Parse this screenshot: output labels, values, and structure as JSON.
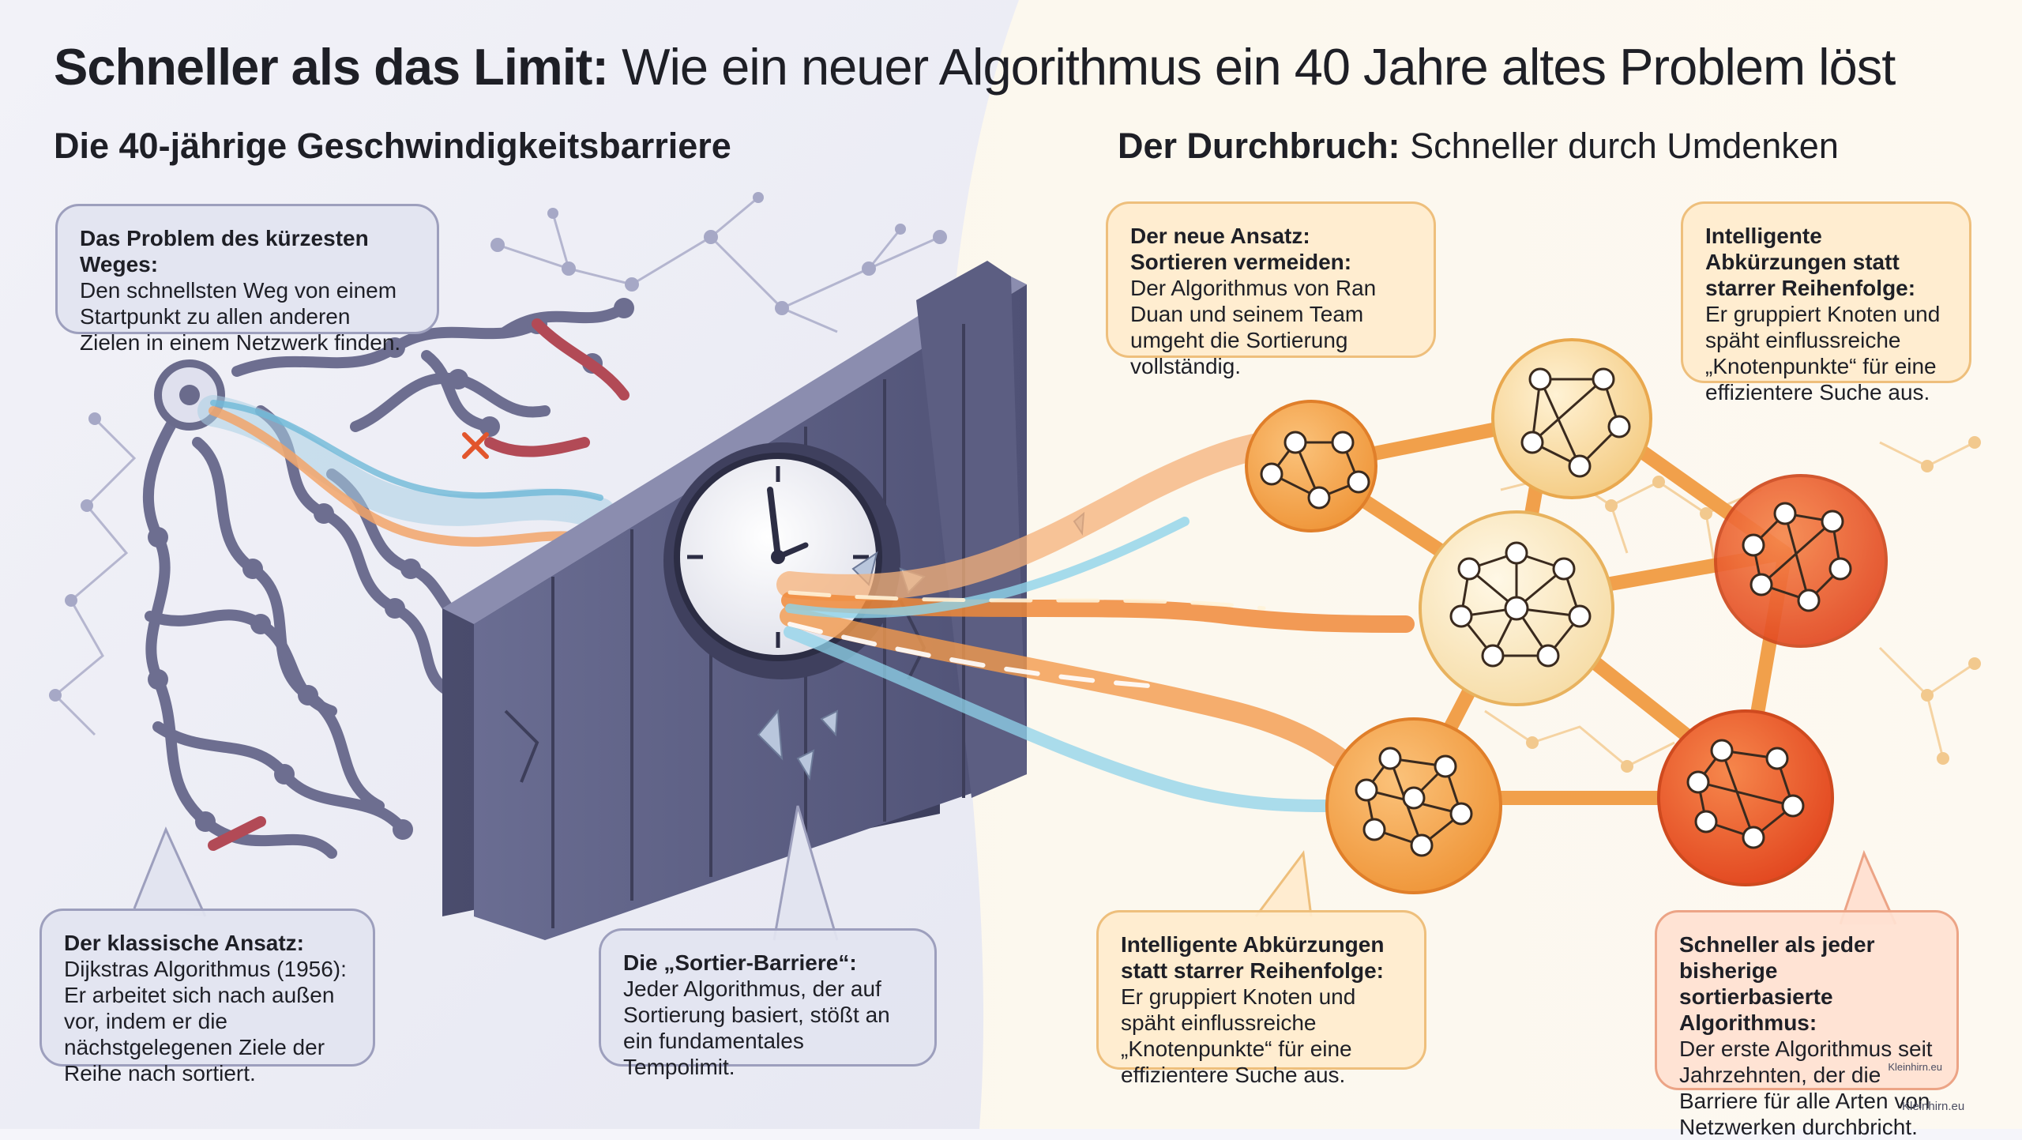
{
  "title": {
    "bold": "Schneller als das Limit:",
    "rest": "Wie ein neuer Algorithmus ein 40 Jahre altes Problem löst"
  },
  "left_section": {
    "heading": "Die 40-jährige Geschwindigkeitsbarriere"
  },
  "right_section": {
    "heading_bold": "Der Durchbruch:",
    "heading_rest": "Schneller durch Umdenken"
  },
  "boxes": {
    "problem": {
      "heading": "Das Problem des kürzesten Weges:",
      "body": "Den schnellsten Weg von einem Startpunkt zu allen anderen Zielen in einem Netzwerk finden."
    },
    "classic": {
      "heading": "Der klassische Ansatz:",
      "body": "Dijkstras Algorithmus (1956): Er arbeitet sich nach außen vor, indem er die nächstgelegenen Ziele der Reihe nach sortiert."
    },
    "barrier": {
      "heading": "Die „Sortier-Barriere“:",
      "body": "Jeder Algorithmus, der auf Sortierung basiert, stößt an ein fundamentales Tempolimit."
    },
    "new_approach": {
      "heading": "Der neue Ansatz: Sortieren vermeiden:",
      "body": "Der Algorithmus von Ran Duan und seinem Team umgeht die Sortierung vollständig."
    },
    "shortcuts_top": {
      "heading": "Intelligente Abkürzungen statt starrer Reihenfolge:",
      "body": "Er gruppiert Knoten und späht einflussreiche „Knotenpunkte“ für eine effizientere Suche aus."
    },
    "shortcuts_bottom": {
      "heading": "Intelligente Abkürzungen statt starrer Reihenfolge:",
      "body": "Er gruppiert Knoten und späht einflussreiche „Knotenpunkte“ für eine effizientere Suche aus."
    },
    "faster": {
      "heading": "Schneller als jeder bisherige sortierbasierte Algorithmus:",
      "body": "Der erste Algorithmus seit Jahrzehnten, der die Barriere für alle Arten von Netzwerken durchbricht."
    }
  },
  "watermarks": {
    "inner": "Kleinhirn.eu",
    "corner": "Kleinhirn.eu"
  },
  "colors": {
    "wall": "#5b5d80",
    "maze": "#6a6b8c",
    "cluster_light": "#f7d59a",
    "cluster_mid": "#f3a24a",
    "cluster_dark": "#e8562c",
    "stream_orange": "#f08a3a",
    "stream_blue": "#8fd3ea"
  }
}
